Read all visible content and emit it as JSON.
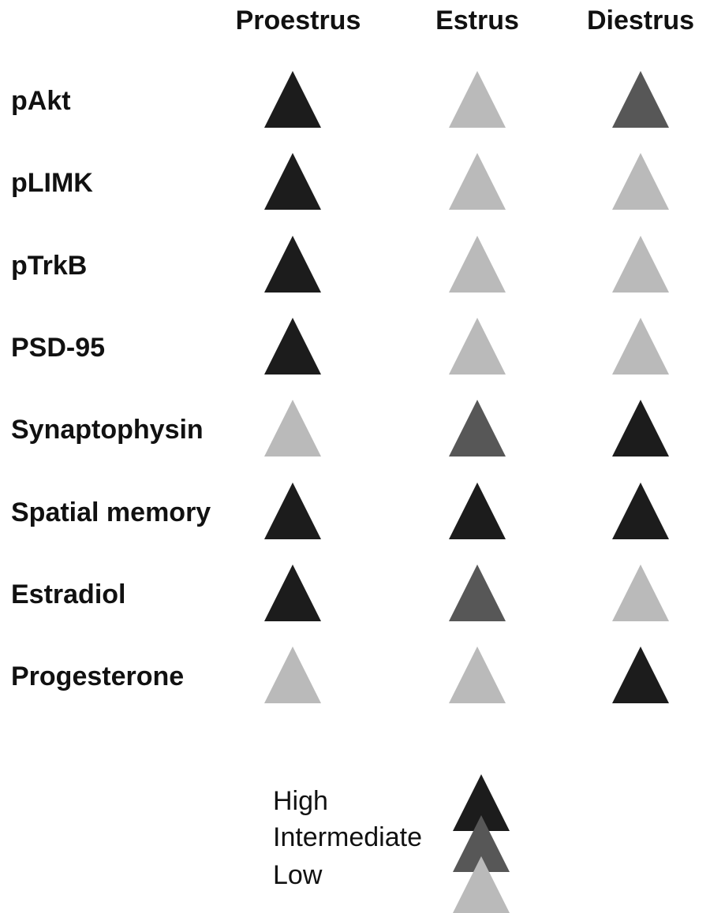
{
  "columns": [
    "Proestrus",
    "Estrus",
    "Diestrus"
  ],
  "rows": [
    {
      "label": "pAkt",
      "levels": [
        "high",
        "low",
        "intermediate"
      ]
    },
    {
      "label": "pLIMK",
      "levels": [
        "high",
        "low",
        "low"
      ]
    },
    {
      "label": "pTrkB",
      "levels": [
        "high",
        "low",
        "low"
      ]
    },
    {
      "label": "PSD-95",
      "levels": [
        "high",
        "low",
        "low"
      ]
    },
    {
      "label": "Synaptophysin",
      "levels": [
        "low",
        "intermediate",
        "high"
      ]
    },
    {
      "label": "Spatial memory",
      "levels": [
        "high",
        "high",
        "high"
      ]
    },
    {
      "label": "Estradiol",
      "levels": [
        "high",
        "intermediate",
        "low"
      ]
    },
    {
      "label": "Progesterone",
      "levels": [
        "low",
        "low",
        "high"
      ]
    }
  ],
  "legend": [
    {
      "level": "high",
      "label": "High"
    },
    {
      "level": "intermediate",
      "label": "Intermediate"
    },
    {
      "level": "low",
      "label": "Low"
    }
  ],
  "colors": {
    "high": "#1c1c1c",
    "intermediate": "#575757",
    "low": "#bababa"
  },
  "icon": "triangle-up-icon"
}
